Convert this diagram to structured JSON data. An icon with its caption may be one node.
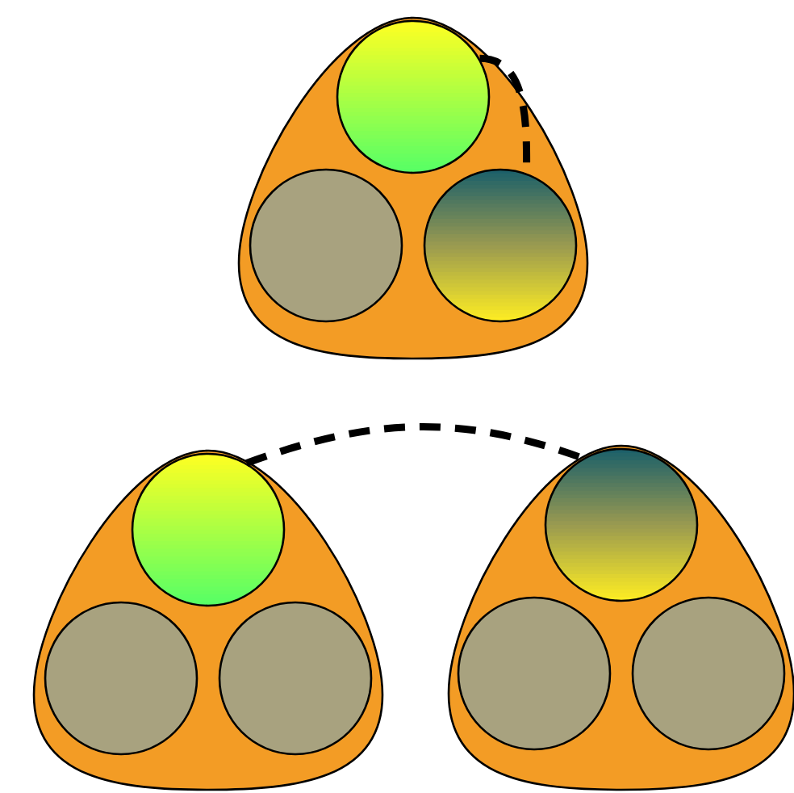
{
  "diagram": {
    "nodes": [
      {
        "text": [],
        "shape": "triangle"
      },
      {
        "text": [],
        "shape": "circle",
        "in": 0
      },
      {
        "text": [],
        "shape": "circle",
        "in": 0
      },
      {
        "text": [],
        "shape": "circle",
        "in": 0
      },
      {
        "text": [],
        "shape": "triangle"
      },
      {
        "text": [],
        "shape": "circle",
        "in": 4
      },
      {
        "text": [],
        "shape": "circle",
        "in": 4
      },
      {
        "text": [],
        "shape": "circle",
        "in": 4
      },
      {
        "text": [],
        "shape": "triangle"
      },
      {
        "text": [],
        "shape": "circle",
        "in": 8
      },
      {
        "text": [],
        "shape": "circle",
        "in": 8
      },
      {
        "text": [],
        "shape": "circle",
        "in": 8
      }
    ],
    "edges": [
      {
        "from": 1,
        "to": 3,
        "arrow": "none",
        "style": "dashed"
      },
      {
        "from": 5,
        "to": 9,
        "arrow": "none",
        "style": "dashed"
      }
    ]
  }
}
